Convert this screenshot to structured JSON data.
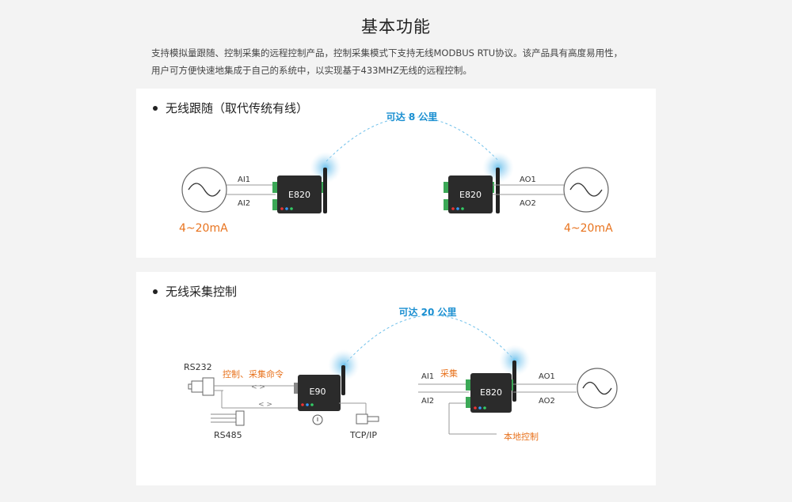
{
  "header": {
    "title": "基本功能",
    "intro_line1": "支持模拟量跟随、控制采集的远程控制产品，控制采集模式下支持无线MODBUS RTU协议。该产品具有高度易用性，",
    "intro_line2": "用户可方便快速地集成于自己的系统中，以实现基于433MHZ无线的远程控制。"
  },
  "section1": {
    "heading": "无线跟随（取代传统有线）",
    "range_label": "可达 8 公里",
    "left_device": "E820",
    "right_device": "E820",
    "in1": "AI1",
    "in2": "AI2",
    "out1": "AO1",
    "out2": "AO2",
    "left_signal": "4~20mA",
    "right_signal": "4~20mA"
  },
  "section2": {
    "heading": "无线采集控制",
    "range_label": "可达 20 公里",
    "left_device": "E90",
    "right_device": "E820",
    "rs232": "RS232",
    "rs485": "RS485",
    "tcpip": "TCP/IP",
    "command_label": "控制、采集命令",
    "collect_label": "采集",
    "local_control": "本地控制",
    "in1": "AI1",
    "in2": "AI2",
    "out1": "AO1",
    "out2": "AO2"
  },
  "colors": {
    "accent_blue": "#1a8fd1",
    "accent_orange": "#e8731e",
    "device": "#2b2b2b",
    "terminal": "#3ba856"
  }
}
